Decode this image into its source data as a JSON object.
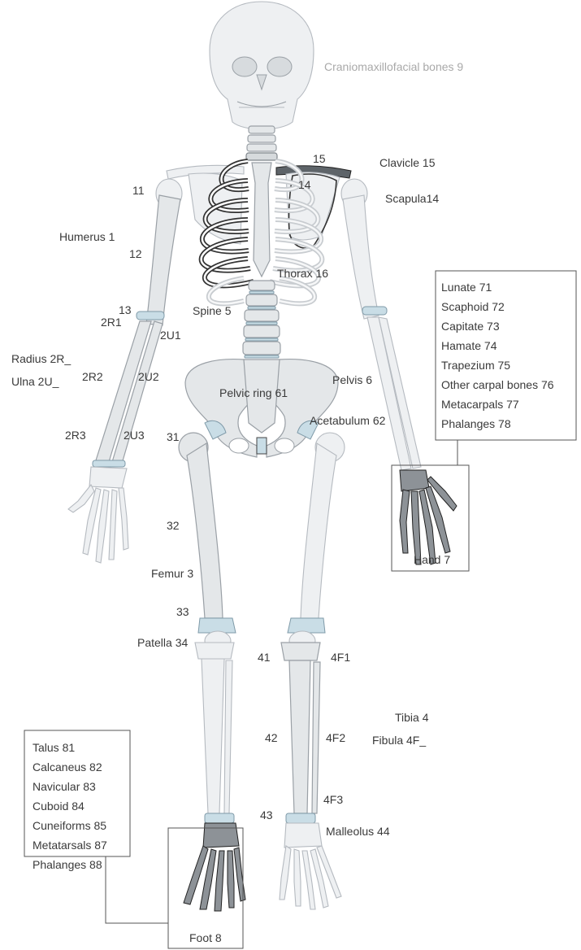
{
  "labels": {
    "cranio": "Craniomaxillofacial bones 9",
    "clavicle": "Clavicle 15",
    "scapula": "Scapula14",
    "num15": "15",
    "num14": "14",
    "num11": "11",
    "humerus": "Humerus 1",
    "num12": "12",
    "thorax": "Thorax 16",
    "num13": "13",
    "spine": "Spine 5",
    "r1": "2R1",
    "u1": "2U1",
    "radius": "Radius 2R_",
    "ulna": "Ulna 2U_",
    "r2": "2R2",
    "u2": "2U2",
    "pelvis": "Pelvis 6",
    "pelvic_ring": "Pelvic ring 61",
    "acetabulum": "Acetabulum 62",
    "num31": "31",
    "r3": "2R3",
    "u3": "2U3",
    "num32": "32",
    "femur": "Femur 3",
    "num33": "33",
    "patella": "Patella 34",
    "num41": "41",
    "f1": "4F1",
    "tibia": "Tibia 4",
    "fibula": "Fibula 4F_",
    "num42": "42",
    "f2": "4F2",
    "f3": "4F3",
    "num43": "43",
    "malleolus": "Malleolus 44"
  },
  "hand_box": {
    "items": [
      "Lunate 71",
      "Scaphoid 72",
      "Capitate 73",
      "Hamate 74",
      "Trapezium 75",
      "Other carpal bones 76",
      "Metacarpals 77",
      "Phalanges 78"
    ],
    "caption": "Hand 7"
  },
  "foot_box": {
    "items": [
      "Talus 81",
      "Calcaneus 82",
      "Navicular 83",
      "Cuboid 84",
      "Cuneiforms 85",
      "Metatarsals 87",
      "Phalanges 88"
    ],
    "caption": "Foot 8"
  }
}
